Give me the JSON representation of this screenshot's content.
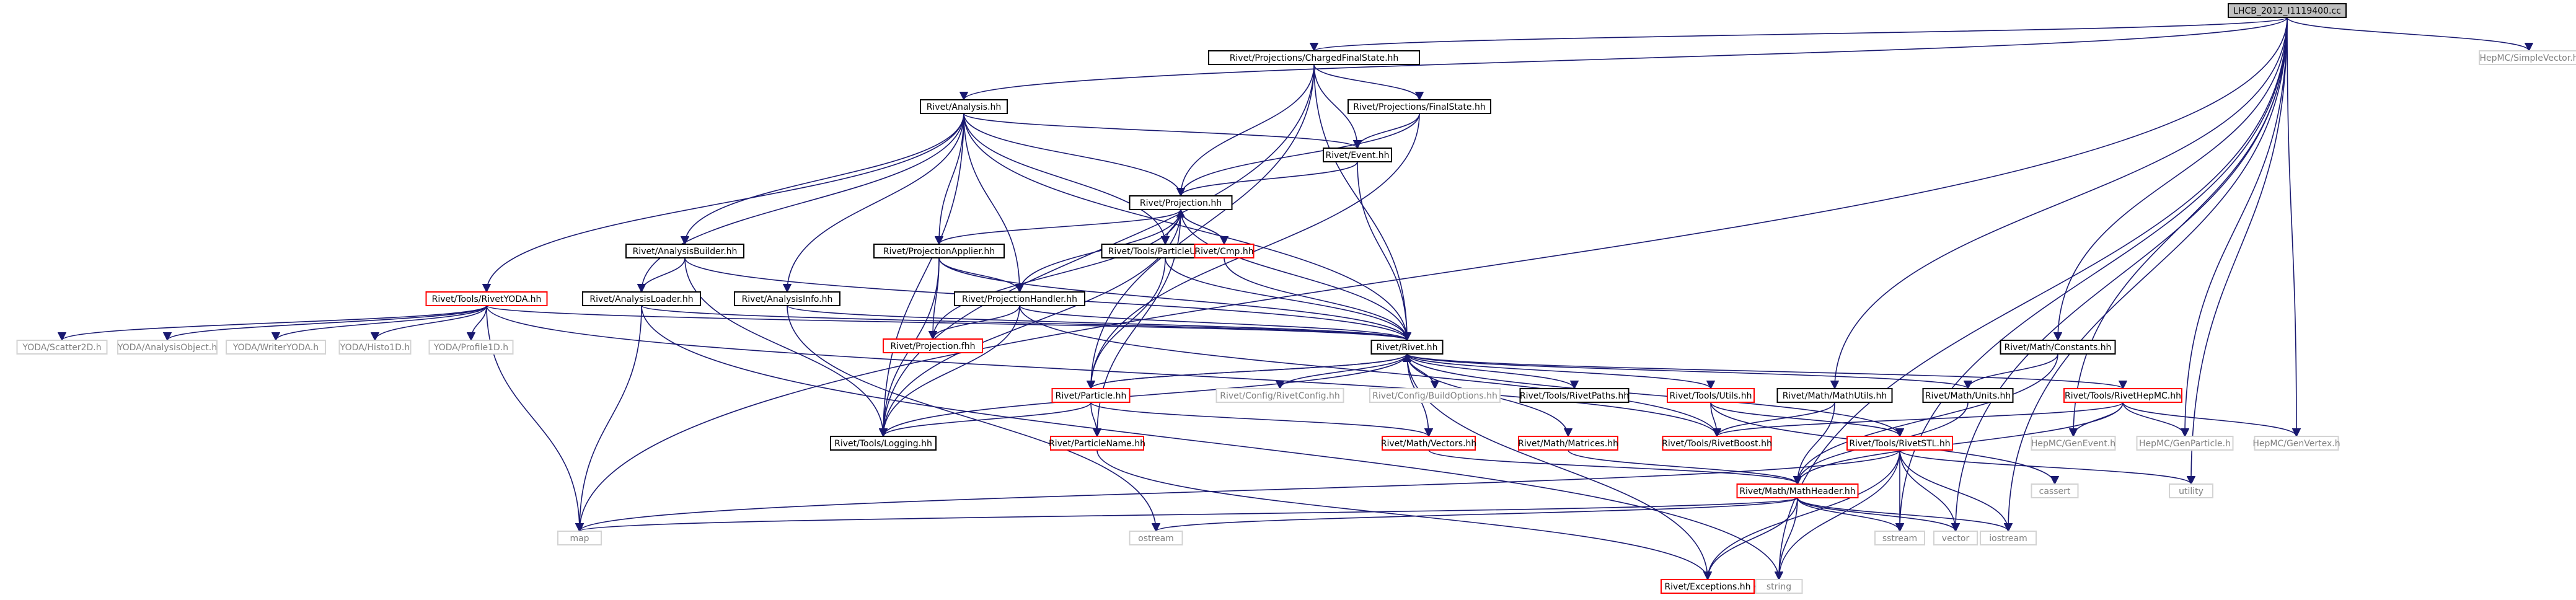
{
  "graph": {
    "root": "LHCB_2012_I1119400.cc",
    "colors": {
      "edge": "#191970",
      "root_fill": "#bfbfbf",
      "root_border": "#000000",
      "documented_border": "#000000",
      "redlinked_border": "#ff0000",
      "external_border": "#d3d3d3",
      "external_text": "#808080"
    },
    "nodes": [
      {
        "id": "lhcb",
        "label": "LHCB_2012_I1119400.cc",
        "style": "root"
      },
      {
        "id": "cfs",
        "label": "Rivet/Projections/ChargedFinalState.hh",
        "style": "documented"
      },
      {
        "id": "simplevector",
        "label": "HepMC/SimpleVector.h",
        "style": "external"
      },
      {
        "id": "analysis",
        "label": "Rivet/Analysis.hh",
        "style": "documented"
      },
      {
        "id": "fs",
        "label": "Rivet/Projections/FinalState.hh",
        "style": "documented"
      },
      {
        "id": "event",
        "label": "Rivet/Event.hh",
        "style": "documented"
      },
      {
        "id": "projection",
        "label": "Rivet/Projection.hh",
        "style": "documented"
      },
      {
        "id": "analysisbuilder",
        "label": "Rivet/AnalysisBuilder.hh",
        "style": "documented"
      },
      {
        "id": "projapplier",
        "label": "Rivet/ProjectionApplier.hh",
        "style": "documented"
      },
      {
        "id": "particleutils",
        "label": "Rivet/Tools/ParticleUtils.hh",
        "style": "documented"
      },
      {
        "id": "cmp",
        "label": "Rivet/Cmp.hh",
        "style": "redlinked"
      },
      {
        "id": "rivetyoda",
        "label": "Rivet/Tools/RivetYODA.hh",
        "style": "redlinked"
      },
      {
        "id": "analysisloader",
        "label": "Rivet/AnalysisLoader.hh",
        "style": "documented"
      },
      {
        "id": "analysisinfo",
        "label": "Rivet/AnalysisInfo.hh",
        "style": "documented"
      },
      {
        "id": "projhandler",
        "label": "Rivet/ProjectionHandler.hh",
        "style": "documented"
      },
      {
        "id": "projfhh",
        "label": "Rivet/Projection.fhh",
        "style": "redlinked"
      },
      {
        "id": "mathconstants",
        "label": "Rivet/Math/Constants.hh",
        "style": "documented"
      },
      {
        "id": "scatter2d",
        "label": "YODA/Scatter2D.h",
        "style": "external"
      },
      {
        "id": "analysisobject",
        "label": "YODA/AnalysisObject.h",
        "style": "external"
      },
      {
        "id": "writeryoda",
        "label": "YODA/WriterYODA.h",
        "style": "external"
      },
      {
        "id": "histo1d",
        "label": "YODA/Histo1D.h",
        "style": "external"
      },
      {
        "id": "profile1d",
        "label": "YODA/Profile1D.h",
        "style": "external"
      },
      {
        "id": "rivethh",
        "label": "Rivet/Rivet.hh",
        "style": "documented"
      },
      {
        "id": "particle",
        "label": "Rivet/Particle.hh",
        "style": "redlinked"
      },
      {
        "id": "rivetconfig",
        "label": "Rivet/Config/RivetConfig.hh",
        "style": "external"
      },
      {
        "id": "buildoptions",
        "label": "Rivet/Config/BuildOptions.hh",
        "style": "external"
      },
      {
        "id": "rivetpaths",
        "label": "Rivet/Tools/RivetPaths.hh",
        "style": "documented"
      },
      {
        "id": "utils",
        "label": "Rivet/Tools/Utils.hh",
        "style": "redlinked"
      },
      {
        "id": "mathutils",
        "label": "Rivet/Math/MathUtils.hh",
        "style": "documented"
      },
      {
        "id": "mathunits",
        "label": "Rivet/Math/Units.hh",
        "style": "documented"
      },
      {
        "id": "rivethepmc",
        "label": "Rivet/Tools/RivetHepMC.hh",
        "style": "redlinked"
      },
      {
        "id": "logging",
        "label": "Rivet/Tools/Logging.hh",
        "style": "documented"
      },
      {
        "id": "particlename",
        "label": "Rivet/ParticleName.hh",
        "style": "redlinked"
      },
      {
        "id": "vectors",
        "label": "Rivet/Math/Vectors.hh",
        "style": "redlinked"
      },
      {
        "id": "matrices",
        "label": "Rivet/Math/Matrices.hh",
        "style": "redlinked"
      },
      {
        "id": "rivetboost",
        "label": "Rivet/Tools/RivetBoost.hh",
        "style": "redlinked"
      },
      {
        "id": "rivetstl",
        "label": "Rivet/Tools/RivetSTL.hh",
        "style": "redlinked"
      },
      {
        "id": "cassert",
        "label": "cassert",
        "style": "external"
      },
      {
        "id": "genevent",
        "label": "HepMC/GenEvent.h",
        "style": "external"
      },
      {
        "id": "genparticle",
        "label": "HepMC/GenParticle.h",
        "style": "external"
      },
      {
        "id": "genvertex",
        "label": "HepMC/GenVertex.h",
        "style": "external"
      },
      {
        "id": "utility",
        "label": "utility",
        "style": "external"
      },
      {
        "id": "mathheader",
        "label": "Rivet/Math/MathHeader.hh",
        "style": "redlinked"
      },
      {
        "id": "map",
        "label": "map",
        "style": "external"
      },
      {
        "id": "ostream",
        "label": "ostream",
        "style": "external"
      },
      {
        "id": "exceptions",
        "label": "Rivet/Exceptions.hh",
        "style": "redlinked"
      },
      {
        "id": "sstream",
        "label": "sstream",
        "style": "external"
      },
      {
        "id": "vector",
        "label": "vector",
        "style": "external"
      },
      {
        "id": "iostream",
        "label": "iostream",
        "style": "external"
      },
      {
        "id": "string",
        "label": "string",
        "style": "external"
      }
    ],
    "edges": [
      [
        "lhcb",
        "cfs"
      ],
      [
        "lhcb",
        "simplevector"
      ],
      [
        "lhcb",
        "analysis"
      ],
      [
        "lhcb",
        "mathconstants"
      ],
      [
        "lhcb",
        "mathutils"
      ],
      [
        "lhcb",
        "genevent"
      ],
      [
        "lhcb",
        "genparticle"
      ],
      [
        "lhcb",
        "genvertex"
      ],
      [
        "lhcb",
        "utility"
      ],
      [
        "lhcb",
        "iostream"
      ],
      [
        "lhcb",
        "vector"
      ],
      [
        "lhcb",
        "string"
      ],
      [
        "lhcb",
        "map"
      ],
      [
        "lhcb",
        "sstream"
      ],
      [
        "cfs",
        "fs"
      ],
      [
        "cfs",
        "event"
      ],
      [
        "cfs",
        "projection"
      ],
      [
        "cfs",
        "rivethh"
      ],
      [
        "cfs",
        "particle"
      ],
      [
        "cfs",
        "logging"
      ],
      [
        "fs",
        "event"
      ],
      [
        "fs",
        "projection"
      ],
      [
        "fs",
        "particle"
      ],
      [
        "analysis",
        "event"
      ],
      [
        "analysis",
        "projection"
      ],
      [
        "analysis",
        "analysisbuilder"
      ],
      [
        "analysis",
        "projapplier"
      ],
      [
        "analysis",
        "particleutils"
      ],
      [
        "analysis",
        "rivetyoda"
      ],
      [
        "analysis",
        "analysisloader"
      ],
      [
        "analysis",
        "analysisinfo"
      ],
      [
        "analysis",
        "projhandler"
      ],
      [
        "analysis",
        "rivethh"
      ],
      [
        "analysis",
        "logging"
      ],
      [
        "event",
        "projection"
      ],
      [
        "event",
        "rivethh"
      ],
      [
        "projection",
        "cmp"
      ],
      [
        "projection",
        "projapplier"
      ],
      [
        "projection",
        "particleutils"
      ],
      [
        "projection",
        "projhandler"
      ],
      [
        "projection",
        "rivethh"
      ],
      [
        "projection",
        "projfhh"
      ],
      [
        "projection",
        "logging"
      ],
      [
        "projection",
        "particlename"
      ],
      [
        "cmp",
        "projection"
      ],
      [
        "cmp",
        "rivethh"
      ],
      [
        "analysisbuilder",
        "analysisloader"
      ],
      [
        "analysisbuilder",
        "logging"
      ],
      [
        "analysisbuilder",
        "rivethh"
      ],
      [
        "projapplier",
        "projhandler"
      ],
      [
        "projapplier",
        "projfhh"
      ],
      [
        "projapplier",
        "logging"
      ],
      [
        "projapplier",
        "rivethh"
      ],
      [
        "projhandler",
        "projfhh"
      ],
      [
        "projhandler",
        "logging"
      ],
      [
        "projhandler",
        "rivethh"
      ],
      [
        "projhandler",
        "rivetboost"
      ],
      [
        "particleutils",
        "particle"
      ],
      [
        "particleutils",
        "rivethh"
      ],
      [
        "analysisloader",
        "rivethh"
      ],
      [
        "analysisloader",
        "map"
      ],
      [
        "analysisloader",
        "string"
      ],
      [
        "analysisinfo",
        "rivethh"
      ],
      [
        "analysisinfo",
        "ostream"
      ],
      [
        "rivetyoda",
        "scatter2d"
      ],
      [
        "rivetyoda",
        "analysisobject"
      ],
      [
        "rivetyoda",
        "writeryoda"
      ],
      [
        "rivetyoda",
        "histo1d"
      ],
      [
        "rivetyoda",
        "profile1d"
      ],
      [
        "rivetyoda",
        "rivethh"
      ],
      [
        "rivetyoda",
        "map"
      ],
      [
        "rivetyoda",
        "rivetboost"
      ],
      [
        "rivethh",
        "particle"
      ],
      [
        "rivethh",
        "rivetconfig"
      ],
      [
        "rivethh",
        "buildoptions"
      ],
      [
        "rivethh",
        "rivetpaths"
      ],
      [
        "rivethh",
        "utils"
      ],
      [
        "rivethh",
        "mathunits"
      ],
      [
        "rivethh",
        "rivethepmc"
      ],
      [
        "rivethh",
        "rivetstl"
      ],
      [
        "rivethh",
        "exceptions"
      ],
      [
        "rivethh",
        "vectors"
      ],
      [
        "rivethh",
        "matrices"
      ],
      [
        "rivethh",
        "logging"
      ],
      [
        "particle",
        "rivethh"
      ],
      [
        "particle",
        "particlename"
      ],
      [
        "particle",
        "logging"
      ],
      [
        "particle",
        "vectors"
      ],
      [
        "utils",
        "rivetboost"
      ],
      [
        "utils",
        "rivetstl"
      ],
      [
        "utils",
        "cassert"
      ],
      [
        "mathutils",
        "mathheader"
      ],
      [
        "mathutils",
        "rivetboost"
      ],
      [
        "mathconstants",
        "mathunits"
      ],
      [
        "mathconstants",
        "mathheader"
      ],
      [
        "mathunits",
        "mathheader"
      ],
      [
        "rivethepmc",
        "genevent"
      ],
      [
        "rivethepmc",
        "genparticle"
      ],
      [
        "rivethepmc",
        "genvertex"
      ],
      [
        "rivethepmc",
        "rivetboost"
      ],
      [
        "rivethepmc",
        "mathheader"
      ],
      [
        "vectors",
        "mathheader"
      ],
      [
        "matrices",
        "mathheader"
      ],
      [
        "rivetstl",
        "map"
      ],
      [
        "rivetstl",
        "utility"
      ],
      [
        "rivetstl",
        "string"
      ],
      [
        "rivetstl",
        "sstream"
      ],
      [
        "rivetstl",
        "vector"
      ],
      [
        "rivetstl",
        "iostream"
      ],
      [
        "rivetstl",
        "exceptions"
      ],
      [
        "mathheader",
        "map"
      ],
      [
        "mathheader",
        "ostream"
      ],
      [
        "mathheader",
        "exceptions"
      ],
      [
        "mathheader",
        "sstream"
      ],
      [
        "mathheader",
        "vector"
      ],
      [
        "mathheader",
        "iostream"
      ],
      [
        "mathheader",
        "string"
      ],
      [
        "particlename",
        "exceptions"
      ],
      [
        "exceptions",
        "string"
      ]
    ]
  }
}
